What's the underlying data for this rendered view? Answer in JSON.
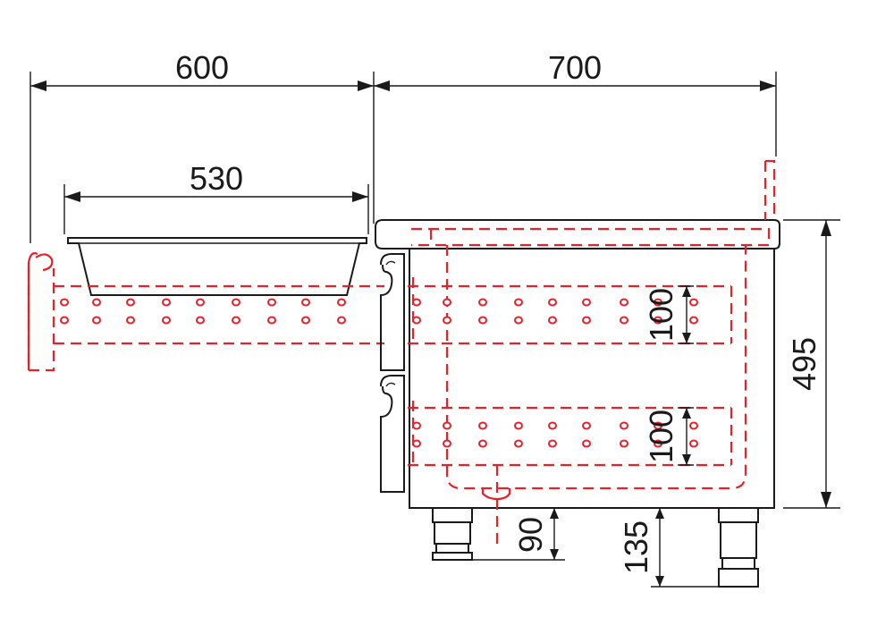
{
  "dimensions": {
    "drawer_depth": "600",
    "cabinet_depth": "700",
    "tray_length": "530",
    "height_total": "495",
    "slot_upper": "100",
    "slot_lower": "100",
    "drain_height": "90",
    "leg_height": "135"
  },
  "colors": {
    "outline": "#1a1a1a",
    "hidden_lines": "#e8202a"
  }
}
